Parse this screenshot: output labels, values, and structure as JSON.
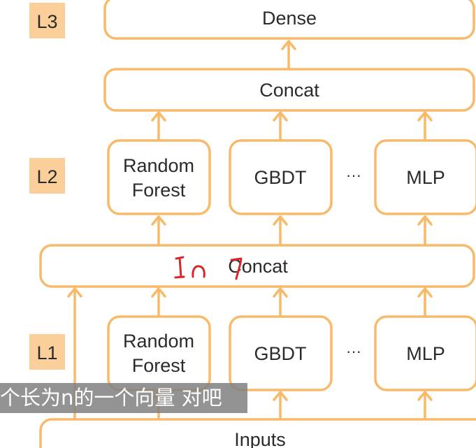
{
  "layers": {
    "l1": "L1",
    "l2": "L2",
    "l3": "L3"
  },
  "boxes": {
    "dense": "Dense",
    "concat_top": "Concat",
    "l2_rf_line1": "Random",
    "l2_rf_line2": "Forest",
    "l2_gbdt": "GBDT",
    "l2_mlp": "MLP",
    "concat_mid": "Concat",
    "l1_rf_line1": "Random",
    "l1_rf_line2": "Forest",
    "l1_gbdt": "GBDT",
    "l1_mlp": "MLP",
    "inputs": "Inputs"
  },
  "ellipsis": {
    "l2": "···",
    "l1": "···"
  },
  "subtitle": "个长为n的一个向量 对吧",
  "colors": {
    "box_stroke": "#f8b969",
    "layer_label_bg": "#fbcf99",
    "annotation_ink": "#d9262c",
    "subtitle_bg": "#808080"
  }
}
